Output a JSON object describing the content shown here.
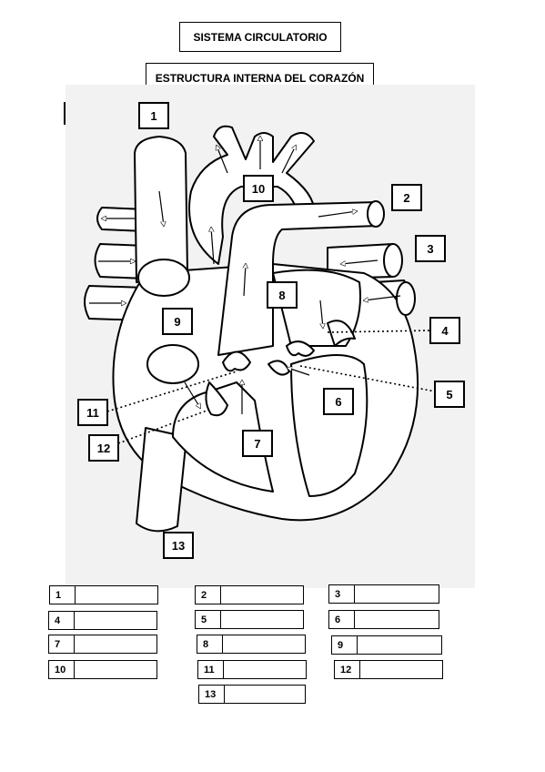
{
  "titles": {
    "main": "SISTEMA CIRCULATORIO",
    "sub": "ESTRUCTURA INTERNA DEL CORAZÓN"
  },
  "diagram_labels": [
    "1",
    "2",
    "3",
    "4",
    "5",
    "6",
    "7",
    "8",
    "9",
    "10",
    "11",
    "12",
    "13"
  ],
  "answer_rows": [
    {
      "num": "1"
    },
    {
      "num": "2"
    },
    {
      "num": "3"
    },
    {
      "num": "4"
    },
    {
      "num": "5"
    },
    {
      "num": "6"
    },
    {
      "num": "7"
    },
    {
      "num": "8"
    },
    {
      "num": "9"
    },
    {
      "num": "10"
    },
    {
      "num": "11"
    },
    {
      "num": "12"
    },
    {
      "num": "13"
    }
  ],
  "colors": {
    "line": "#000000",
    "panel": "#f2f2f2",
    "fill": "#ffffff"
  }
}
